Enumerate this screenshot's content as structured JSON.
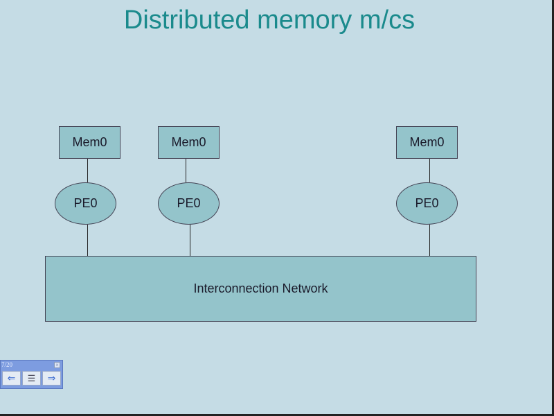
{
  "slide": {
    "title": "Distributed memory m/cs",
    "nodes": [
      {
        "memory_label": "Mem0",
        "pe_label": "PE0"
      },
      {
        "memory_label": "Mem0",
        "pe_label": "PE0"
      },
      {
        "memory_label": "Mem0",
        "pe_label": "PE0"
      }
    ],
    "network_label": "Interconnection Network"
  },
  "navigator": {
    "page_indicator": "7/20",
    "close_icon": "close-icon",
    "prev_icon": "left-arrow-icon",
    "menu_icon": "slide-menu-icon",
    "next_icon": "right-arrow-icon"
  }
}
